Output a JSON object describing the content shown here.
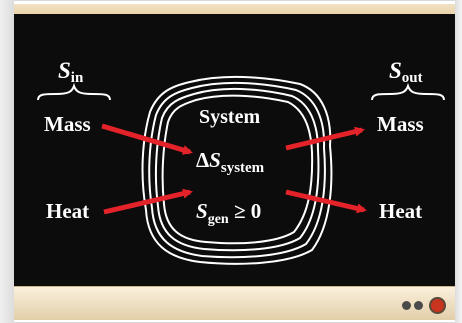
{
  "left": {
    "s_symbol": "S",
    "s_subscript": "in",
    "mass": "Mass",
    "heat": "Heat"
  },
  "right": {
    "s_symbol": "S",
    "s_subscript": "out",
    "mass": "Mass",
    "heat": "Heat"
  },
  "system": {
    "title": "System",
    "delta_symbol": "Δ",
    "delta_var": "S",
    "delta_subscript": "system",
    "gen_var": "S",
    "gen_subscript": "gen",
    "gen_relation": " ≥ 0"
  },
  "colors": {
    "panel": "#0c0c0c",
    "arrow": "#e4222a",
    "text": "#ffffff",
    "frame": "#e9d3ab"
  },
  "icons": {
    "nav_prev": "dot-icon",
    "nav_next": "dot-icon",
    "home": "home-button-icon"
  }
}
